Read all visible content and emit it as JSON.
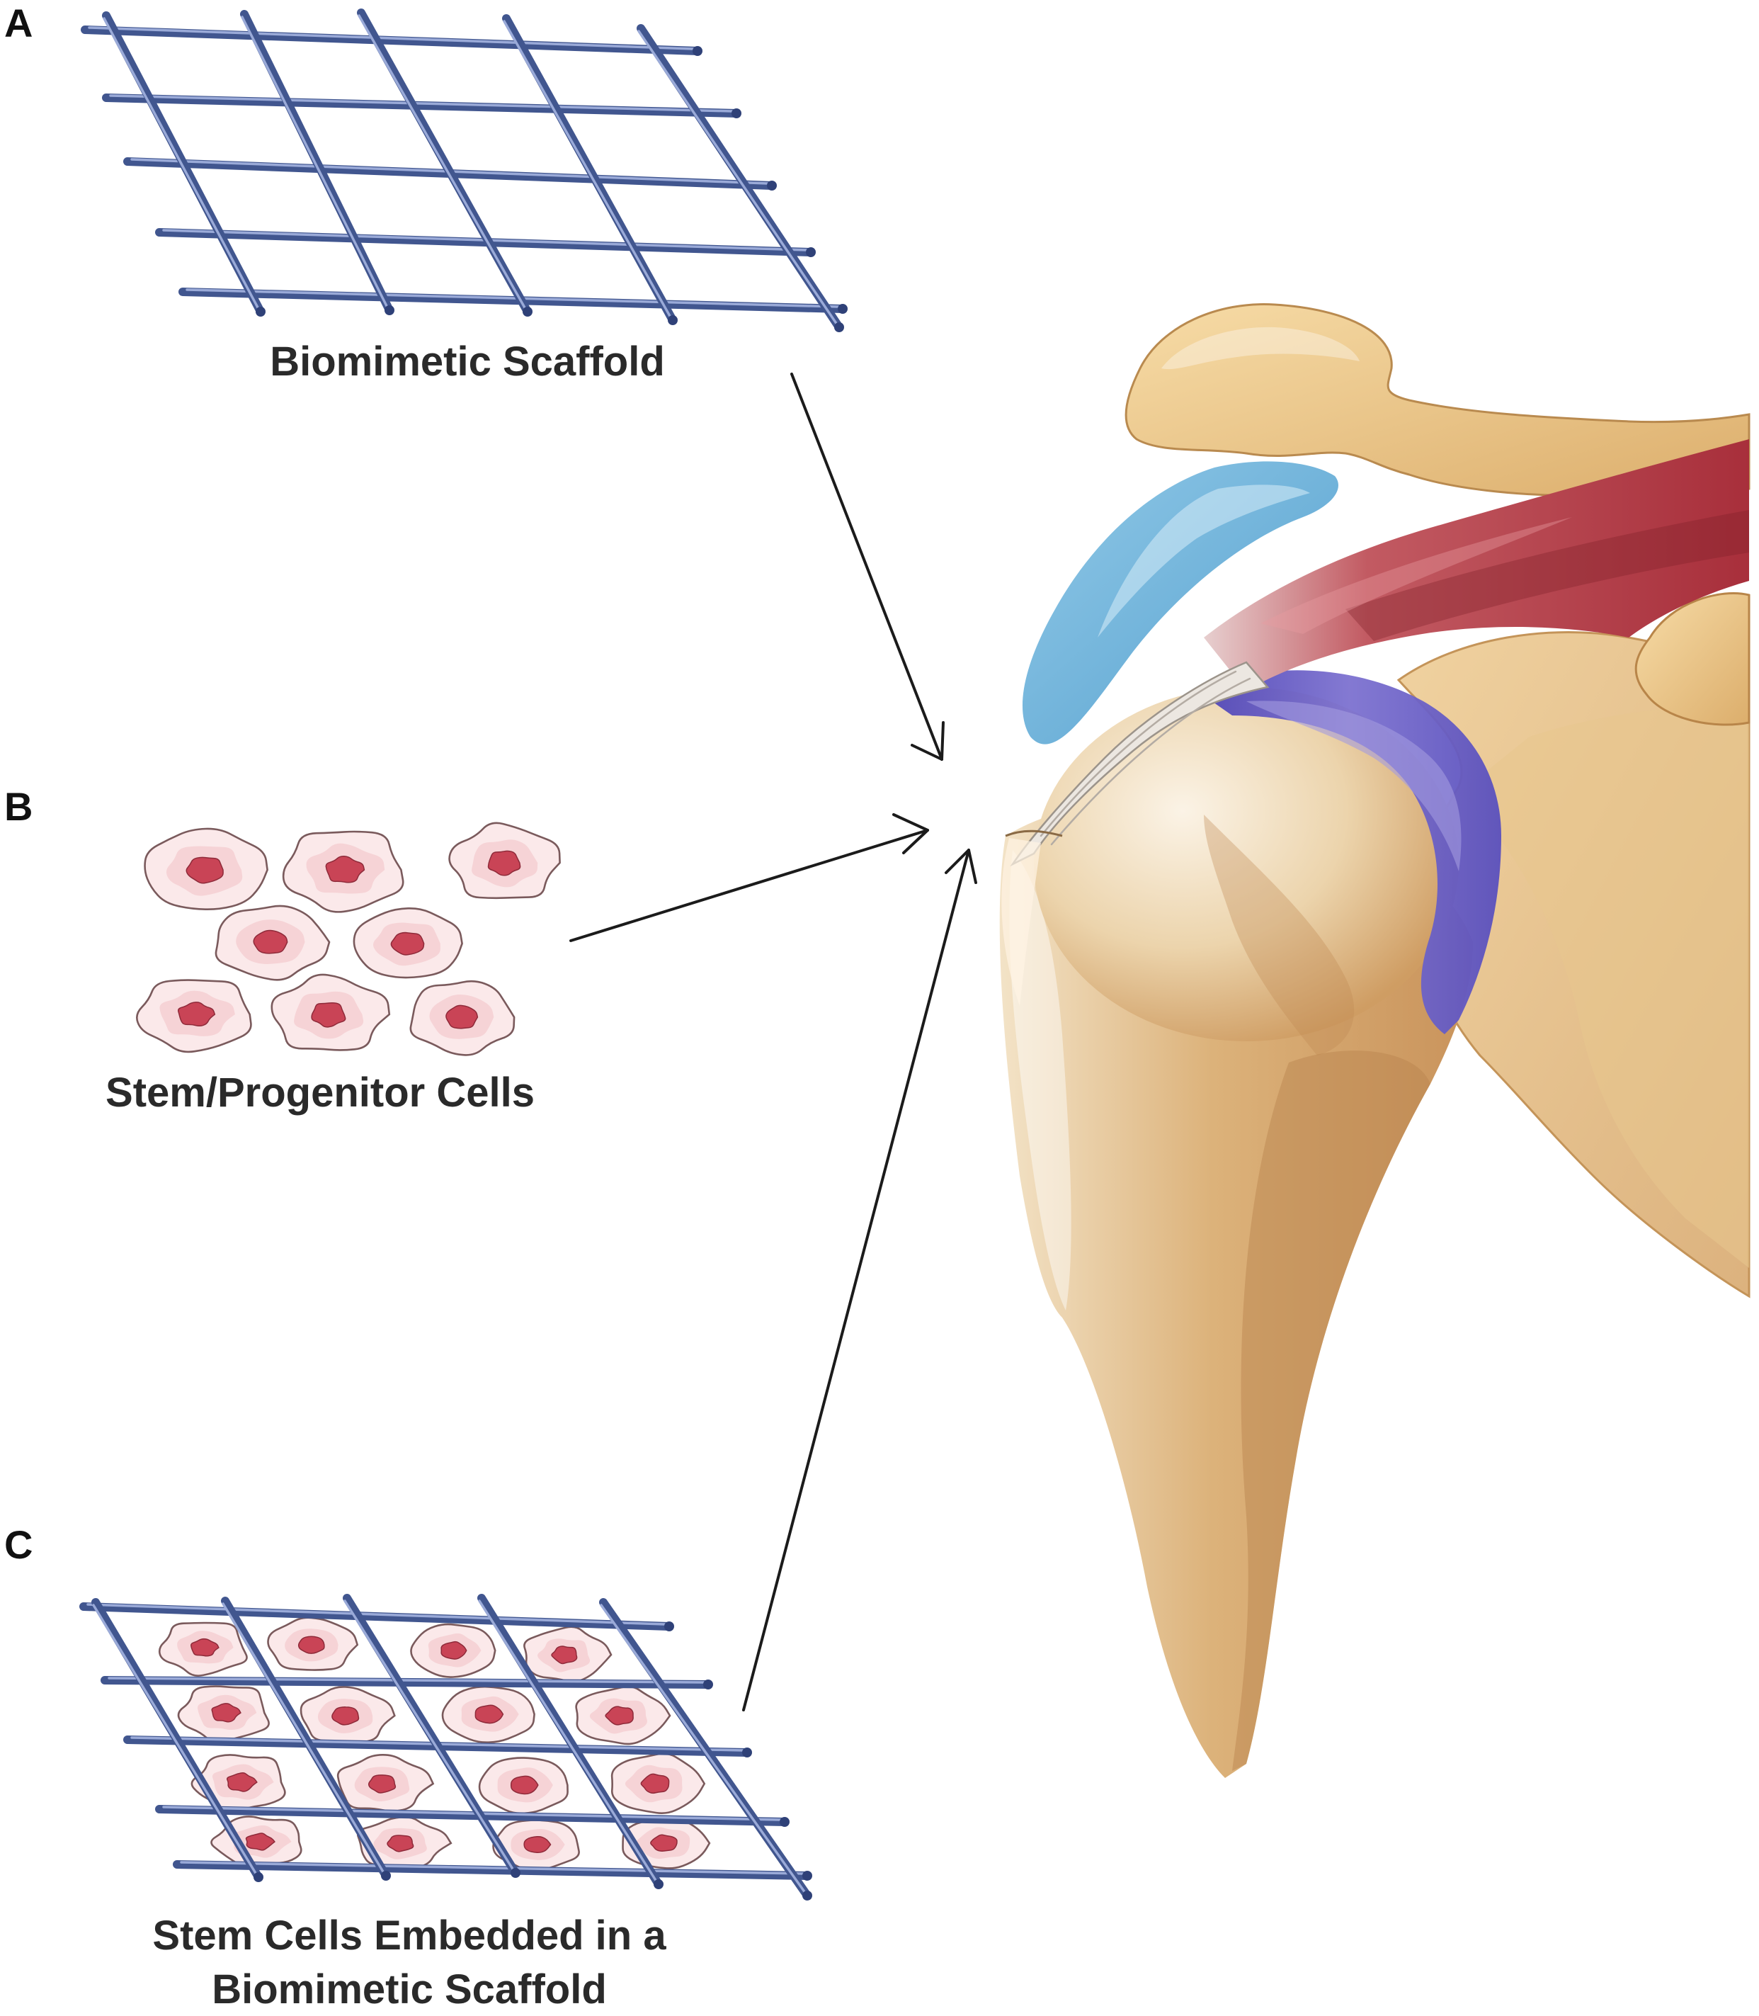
{
  "panels": {
    "a": {
      "letter": "A",
      "caption": "Biomimetic Scaffold"
    },
    "b": {
      "letter": "B",
      "caption": "Stem/Progenitor Cells"
    },
    "c": {
      "letter": "C",
      "caption_line1": "Stem Cells Embedded in a",
      "caption_line2": "Biomimetic Scaffold"
    }
  },
  "anatomy": {
    "subject": "shoulder joint",
    "colors": {
      "bone": "#e2c08c",
      "bone_light": "#f5e6cd",
      "cartilage_blue": "#6fb3da",
      "labrum_purple": "#6f63c7",
      "muscle_red": "#b43a44",
      "tendon_white": "#ebe6e0"
    }
  },
  "icons": {
    "scaffold": "mesh-grid-icon",
    "cell": "stem-cell-icon",
    "arrow": "arrow-icon"
  }
}
